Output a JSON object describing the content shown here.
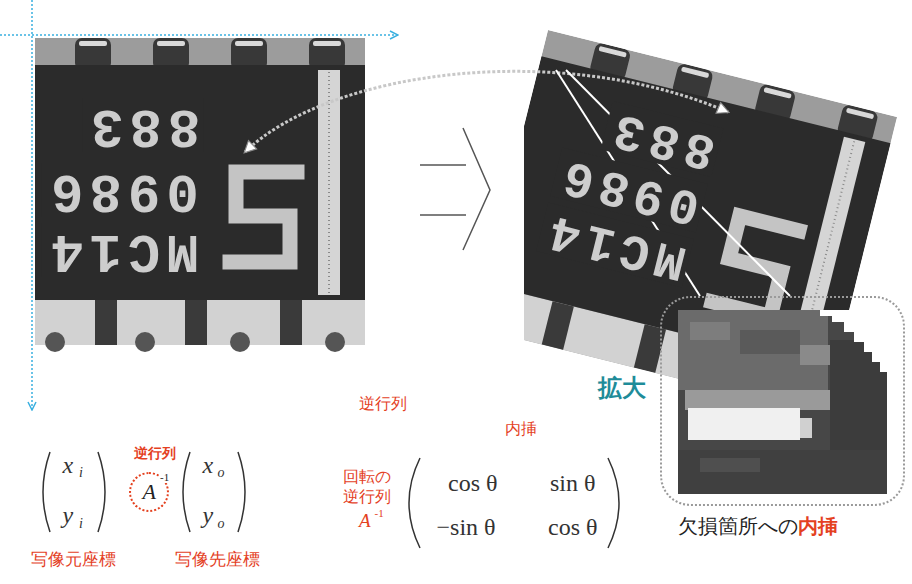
{
  "diagram": {
    "nodes": [
      {
        "text": [
          "欠損箇所への",
          "内挿"
        ]
      },
      {
        "text": [
          "A",
          "-1"
        ]
      }
    ],
    "labels": [
      "逆行列",
      "内挿",
      "拡大",
      "回転の 逆行列",
      "A",
      "-1",
      "cos θ",
      "sin θ",
      "−sin θ",
      "cos θ",
      "x",
      "i",
      "y",
      "i",
      "逆行列",
      "x",
      "o",
      "y",
      "o",
      "写像元座標",
      "写像先座標",
      "883",
      "0986",
      "MC14",
      "883",
      "0986",
      "MC14"
    ]
  }
}
